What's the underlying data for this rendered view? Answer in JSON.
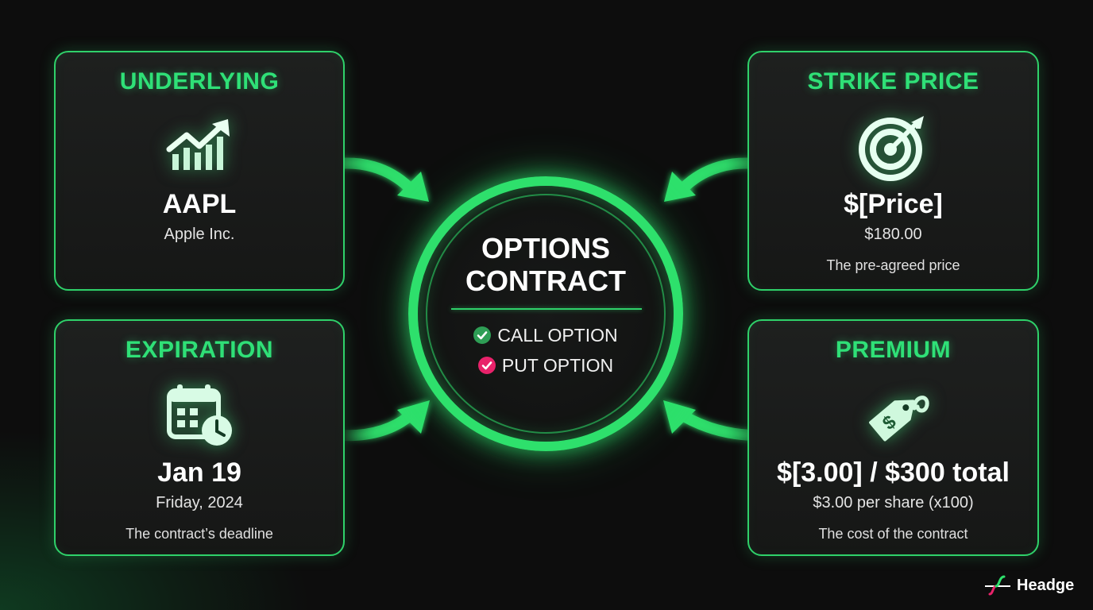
{
  "center": {
    "title_line1": "OPTIONS",
    "title_line2": "CONTRACT",
    "options": [
      {
        "label": "CALL OPTION",
        "icon": "check-circle-icon",
        "color": "#2e9e55"
      },
      {
        "label": "PUT OPTION",
        "icon": "check-circle-icon",
        "color": "#e8226a"
      }
    ]
  },
  "cards": {
    "underlying": {
      "title": "UNDERLYING",
      "icon": "trending-chart-icon",
      "main": "AAPL",
      "sub": "Apple Inc."
    },
    "strike": {
      "title": "STRIKE PRICE",
      "icon": "target-icon",
      "main": "$[Price]",
      "sub": "$180.00",
      "desc": "The pre-agreed price"
    },
    "expiration": {
      "title": "EXPIRATION",
      "icon": "calendar-clock-icon",
      "main": "Jan 19",
      "sub": "Friday, 2024",
      "desc": "The contract’s deadline"
    },
    "premium": {
      "title": "PREMIUM",
      "icon": "price-tag-icon",
      "main": "$[3.00] / $300 total",
      "sub": "$3.00 per share (x100)",
      "desc": "The cost of the contract"
    }
  },
  "brand": {
    "name": "Headge"
  },
  "colors": {
    "accent": "#2fe077",
    "put": "#e8226a",
    "call": "#2e9e55",
    "background": "#0d0d0d"
  }
}
